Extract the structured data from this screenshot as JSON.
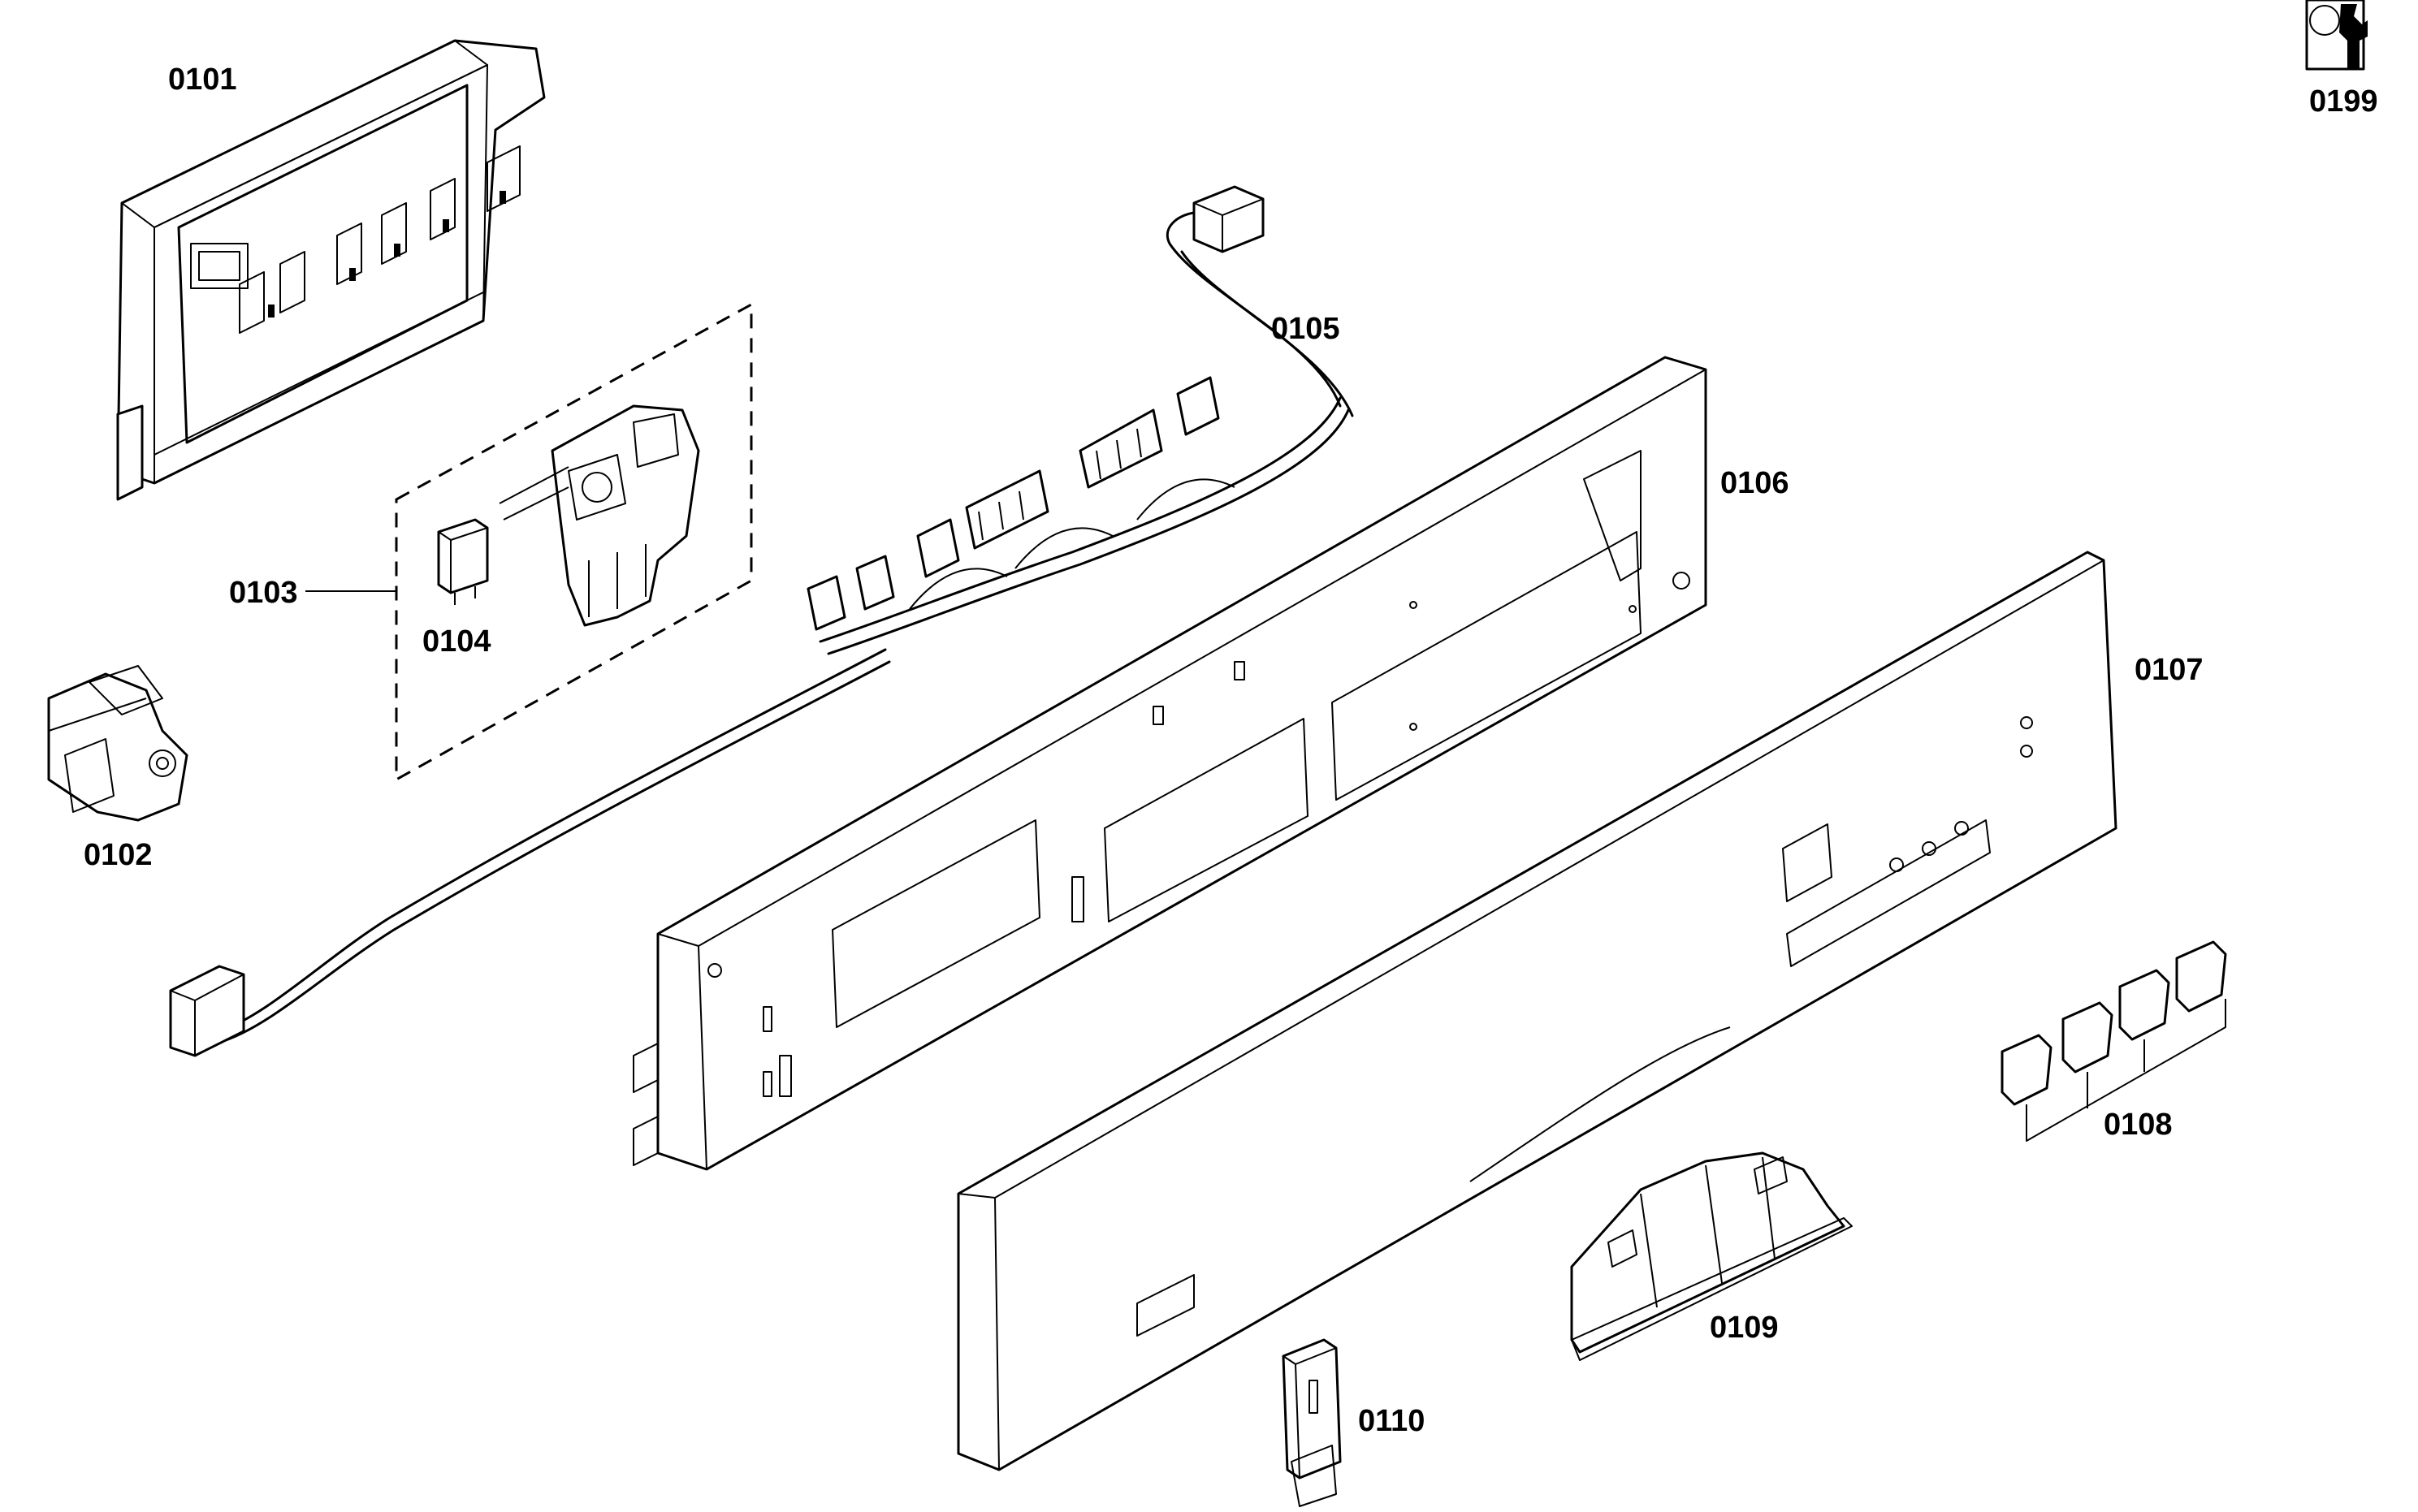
{
  "diagram": {
    "labels": {
      "p0101": "0101",
      "p0102": "0102",
      "p0103": "0103",
      "p0104": "0104",
      "p0105": "0105",
      "p0106": "0106",
      "p0107": "0107",
      "p0108": "0108",
      "p0109": "0109",
      "p0110": "0110",
      "p0199": "0199"
    }
  },
  "colors": {
    "ink": "#000000",
    "paper": "#ffffff"
  }
}
